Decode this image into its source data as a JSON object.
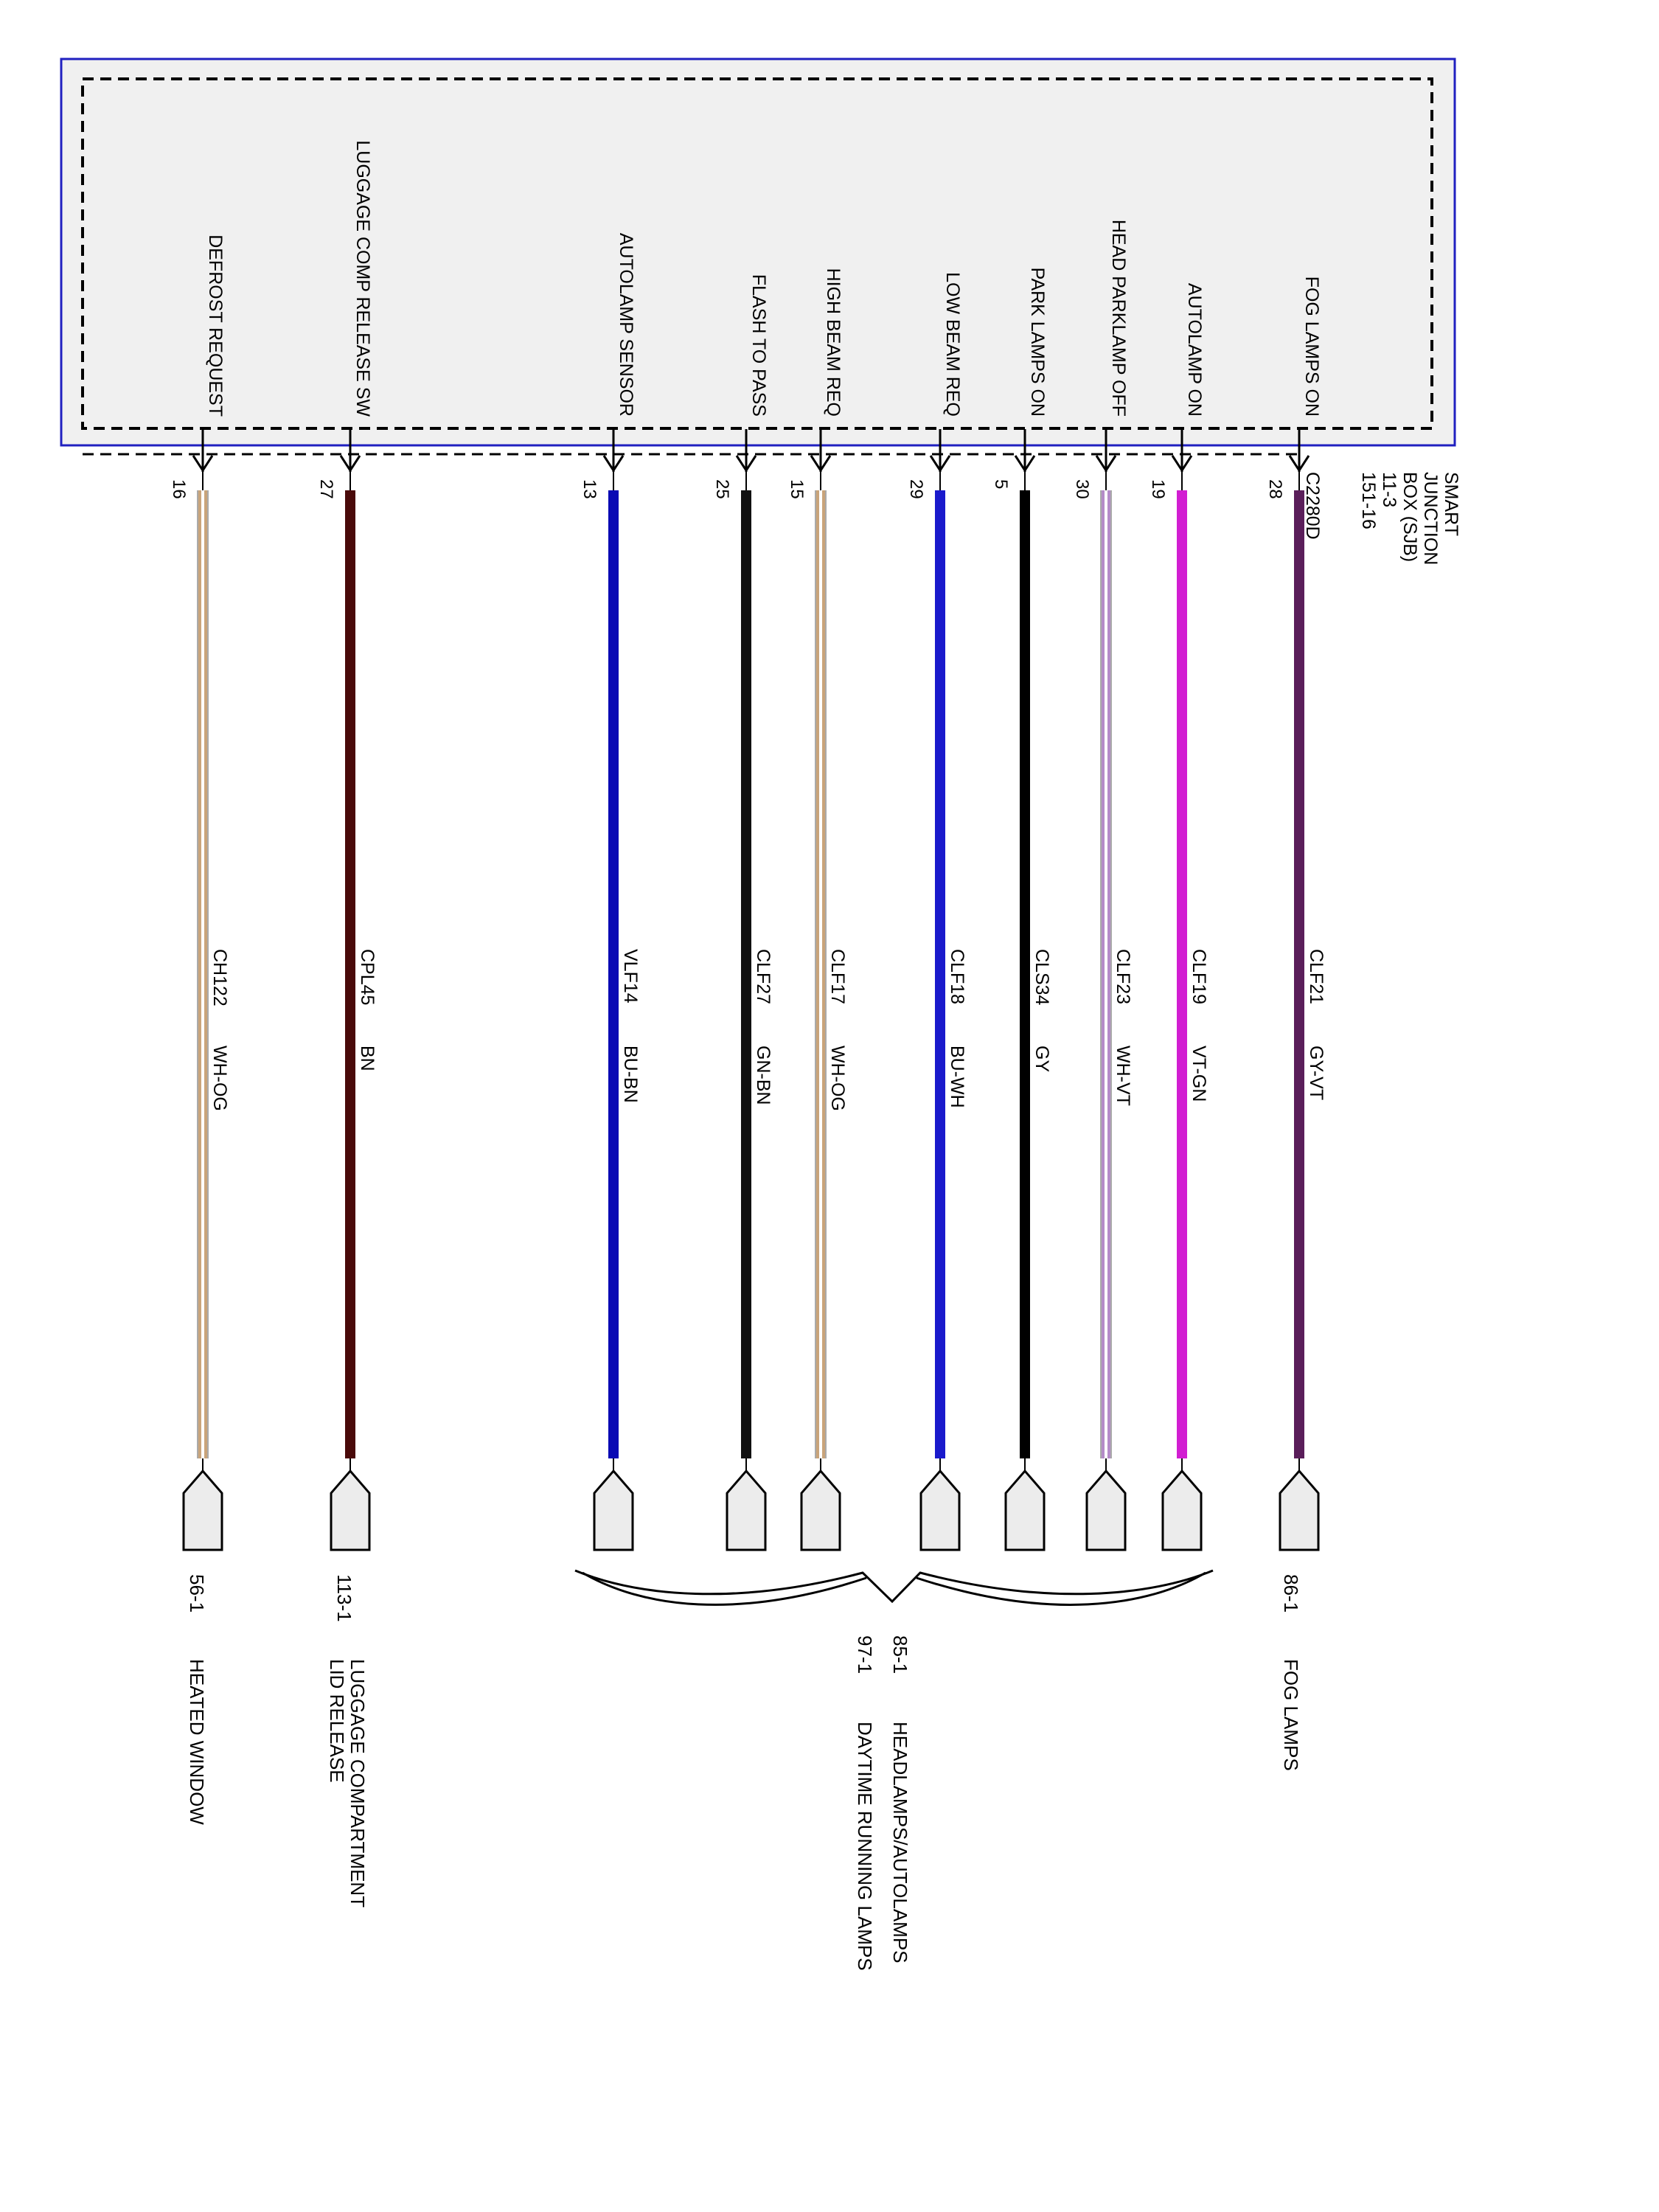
{
  "module": {
    "name_lines": [
      "SMART",
      "JUNCTION",
      "BOX (SJB)"
    ],
    "page_refs": [
      "11-3",
      "151-16"
    ],
    "connector": "C2280D"
  },
  "wires": [
    {
      "id": "defrost",
      "signal": "DEFROST REQUEST",
      "pin": "16",
      "circuit": "CH122",
      "color_code": "WH-OG",
      "stripes": [
        "#c9a47a",
        "#ffffff",
        "#c9a47a"
      ]
    },
    {
      "id": "luggage",
      "signal": "LUGGAGE COMP RELEASE SW",
      "pin": "27",
      "circuit": "CPL45",
      "color_code": "BN",
      "stripes": [
        "#4a0a0a"
      ]
    },
    {
      "id": "autosens",
      "signal": "AUTOLAMP SENSOR",
      "pin": "13",
      "circuit": "VLF14",
      "color_code": "BU-BN",
      "stripes": [
        "#0a0ab4"
      ]
    },
    {
      "id": "flash",
      "signal": "FLASH TO PASS",
      "pin": "25",
      "circuit": "CLF27",
      "color_code": "GN-BN",
      "stripes": [
        "#111111"
      ]
    },
    {
      "id": "highbeam",
      "signal": "HIGH BEAM REQ",
      "pin": "15",
      "circuit": "CLF17",
      "color_code": "WH-OG",
      "stripes": [
        "#c9a47a",
        "#ffffff",
        "#c9a47a"
      ]
    },
    {
      "id": "lowbeam",
      "signal": "LOW BEAM REQ",
      "pin": "29",
      "circuit": "CLF18",
      "color_code": "BU-WH",
      "stripes": [
        "#1a1acc"
      ]
    },
    {
      "id": "park",
      "signal": "PARK LAMPS ON",
      "pin": "5",
      "circuit": "CLS34",
      "color_code": "GY",
      "stripes": [
        "#000000"
      ]
    },
    {
      "id": "headpark",
      "signal": "HEAD PARKLAMP OFF",
      "pin": "30",
      "circuit": "CLF23",
      "color_code": "WH-VT",
      "stripes": [
        "#b48cc8",
        "#ffffff",
        "#b48cc8"
      ]
    },
    {
      "id": "autoon",
      "signal": "AUTOLAMP ON",
      "pin": "19",
      "circuit": "CLF19",
      "color_code": "VT-GN",
      "stripes": [
        "#d21ed2"
      ]
    },
    {
      "id": "fog",
      "signal": "FOG LAMPS ON",
      "pin": "28",
      "circuit": "CLF21",
      "color_code": "GY-VT",
      "stripes": [
        "#5a1e5a"
      ]
    }
  ],
  "destinations": [
    {
      "id": "heated",
      "ref": [
        "56-1"
      ],
      "labels": [
        "HEATED WINDOW"
      ]
    },
    {
      "id": "luggage",
      "ref": [
        "113-1"
      ],
      "labels": [
        "LUGGAGE COMPARTMENT",
        "LID RELEASE"
      ]
    },
    {
      "id": "head",
      "ref": [
        "85-1",
        "97-1"
      ],
      "labels": [
        "HEADLAMPS/AUTOLAMPS",
        "DAYTIME RUNNING LAMPS"
      ]
    },
    {
      "id": "fog",
      "ref": [
        "86-1"
      ],
      "labels": [
        "FOG LAMPS"
      ]
    }
  ],
  "colors": {
    "module_border": "#2020c0",
    "module_fill": "#f0f0f0",
    "connector_fill": "#ececec",
    "line": "#000000"
  }
}
